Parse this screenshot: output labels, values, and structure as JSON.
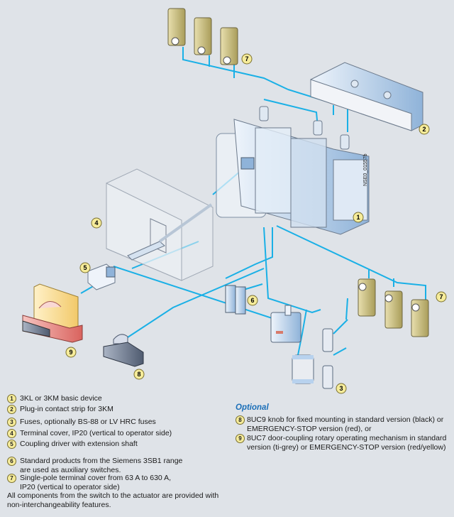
{
  "diagram": {
    "doc_id": "NSE0_01557b",
    "line_color": "#1ab0e6",
    "callouts": [
      {
        "num": "1",
        "target": "basic-device"
      },
      {
        "num": "2",
        "target": "plug-in-contact-strip"
      },
      {
        "num": "3",
        "target": "fuses"
      },
      {
        "num": "4",
        "target": "terminal-cover"
      },
      {
        "num": "5",
        "target": "coupling-driver"
      },
      {
        "num": "6",
        "target": "auxiliary-switches"
      },
      {
        "num": "7",
        "target": "single-pole-terminal-cover-top"
      },
      {
        "num": "7",
        "target": "single-pole-terminal-cover-bottom"
      },
      {
        "num": "8",
        "target": "knob"
      },
      {
        "num": "9",
        "target": "door-coupling-mechanism"
      }
    ]
  },
  "legend": {
    "items": [
      {
        "num": "1",
        "text": "3KL or 3KM basic device"
      },
      {
        "num": "2",
        "text": "Plug-in contact strip for 3KM"
      },
      {
        "num": "3",
        "text": "Fuses, optionally BS-88 or LV HRC fuses"
      },
      {
        "num": "4",
        "text": "Terminal cover, IP20 (vertical to operator side)"
      },
      {
        "num": "5",
        "text": "Coupling driver with extension shaft"
      },
      {
        "num": "6",
        "text": "Standard products from the Siemens 3SB1 range are used as auxiliary switches."
      },
      {
        "num": "7",
        "text": "Single-pole terminal cover from 63 A to 630 A, IP20 (vertical to operator side)"
      }
    ],
    "footnote": "All components from the switch to the actuator are provided with non-interchangeability features."
  },
  "optional": {
    "title": "Optional",
    "title_color": "#1b6fb8",
    "items": [
      {
        "num": "8",
        "text": "8UC9 knob for fixed mounting in standard version (black) or EMERGENCY-STOP version (red), or"
      },
      {
        "num": "9",
        "text": "8UC7 door-coupling rotary operating mechanism in standard version (ti-grey) or EMERGENCY-STOP version (red/yellow)"
      }
    ]
  }
}
